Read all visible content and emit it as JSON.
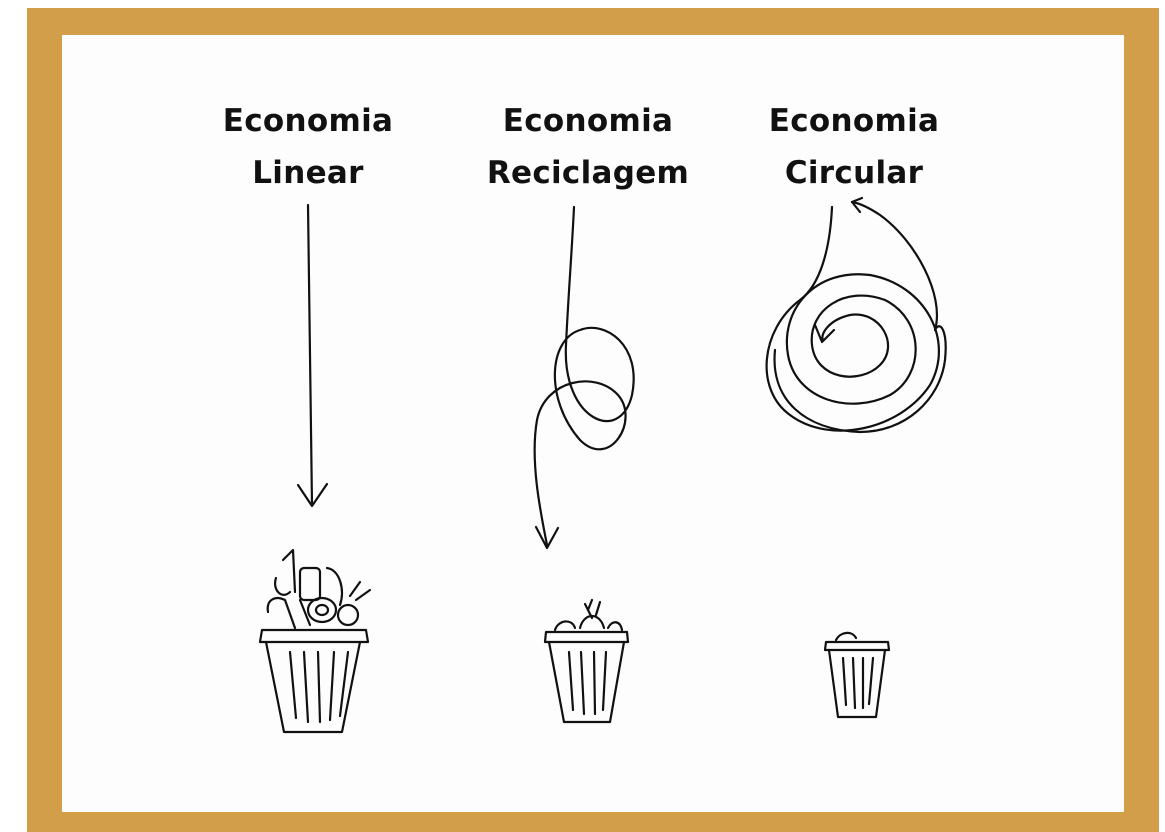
{
  "columns": [
    {
      "line1": "Economia",
      "line2": "Linear"
    },
    {
      "line1": "Economia",
      "line2": "Reciclagem"
    },
    {
      "line1": "Economia",
      "line2": "Circular"
    }
  ],
  "colors": {
    "frame": "#D39E4A",
    "panel": "#FDFDFD",
    "ink": "#111111"
  },
  "icons": [
    "straight-down-arrow-icon",
    "loop-down-arrow-icon",
    "spiral-arrow-icon",
    "full-trash-bin-icon",
    "half-full-trash-bin-icon",
    "small-trash-bin-icon"
  ]
}
